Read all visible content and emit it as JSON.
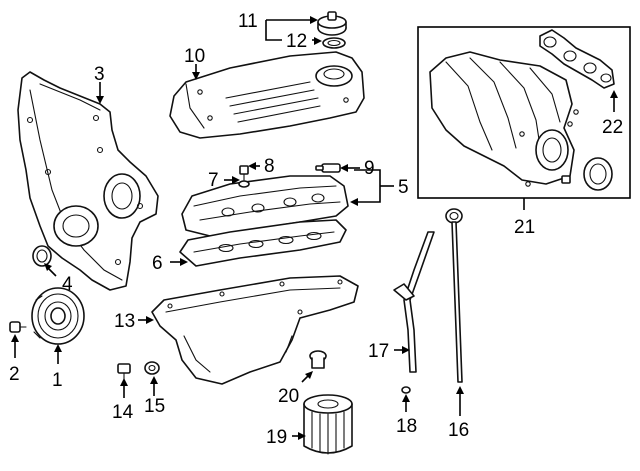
{
  "callouts": {
    "c1": "1",
    "c2": "2",
    "c3": "3",
    "c4": "4",
    "c5": "5",
    "c6": "6",
    "c7": "7",
    "c8": "8",
    "c9": "9",
    "c10": "10",
    "c11": "11",
    "c12": "12",
    "c13": "13",
    "c14": "14",
    "c15": "15",
    "c16": "16",
    "c17": "17",
    "c18": "18",
    "c19": "19",
    "c20": "20",
    "c21": "21",
    "c22": "22"
  },
  "colors": {
    "line": "#111111",
    "background": "#ffffff",
    "shade": "#e8e8e8"
  }
}
